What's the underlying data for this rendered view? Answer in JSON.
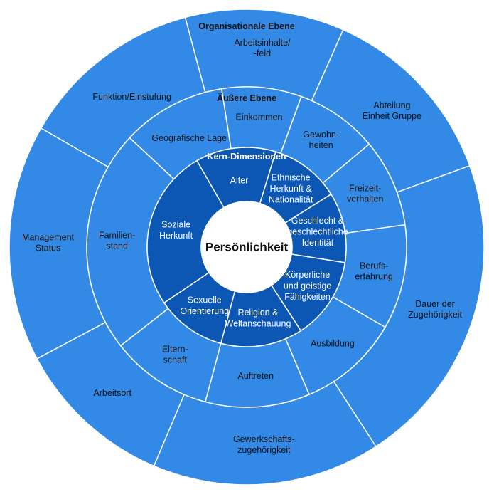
{
  "center": {
    "label": "Persönlichkeit"
  },
  "colors": {
    "outer": "#338ae6",
    "middle": "#338ae6",
    "inner": "#0d57b4",
    "stroke": "#ffffff",
    "center": "#ffffff"
  },
  "rings": [
    {
      "title": "Organisationale Ebene",
      "fill": "#338ae6",
      "text": "dark",
      "segments": [
        {
          "label": "Funktion/Einstufung"
        },
        {
          "label": "Arbeitsinhalte/\n-feld"
        },
        {
          "label": "Abteilung\nEinheit Gruppe"
        },
        {
          "label": "Dauer der\nZugehörigkeit"
        },
        {
          "label": "Gewerkschafts-\nzugehörigkeit"
        },
        {
          "label": "Arbeitsort"
        },
        {
          "label": "Management\nStatus"
        }
      ]
    },
    {
      "title": "Äußere Ebene",
      "fill": "#338ae6",
      "text": "dark",
      "segments": [
        {
          "label": "Geografische Lage"
        },
        {
          "label": "Einkommen"
        },
        {
          "label": "Gewohn-\nheiten"
        },
        {
          "label": "Freizeit-\nverhalten"
        },
        {
          "label": "Berufs-\nerfahrung"
        },
        {
          "label": "Ausbildung"
        },
        {
          "label": "Auftreten"
        },
        {
          "label": "Eltern-\nschaft"
        },
        {
          "label": "Familien-\nstand"
        }
      ]
    },
    {
      "title": "Kern-Dimensionen",
      "fill": "#0d57b4",
      "text": "light",
      "segments": [
        {
          "label": "Alter"
        },
        {
          "label": "Ethnische\nHerkunft &\nNationalität"
        },
        {
          "label": "Geschlecht &\ngeschlechtliche\nIdentität"
        },
        {
          "label": "Körperliche\nund geistige\nFähigkeiten"
        },
        {
          "label": "Religion &\nWeltanschauung"
        },
        {
          "label": "Sexuelle\nOrientierung"
        },
        {
          "label": "Soziale\nHerkunft"
        }
      ]
    }
  ]
}
